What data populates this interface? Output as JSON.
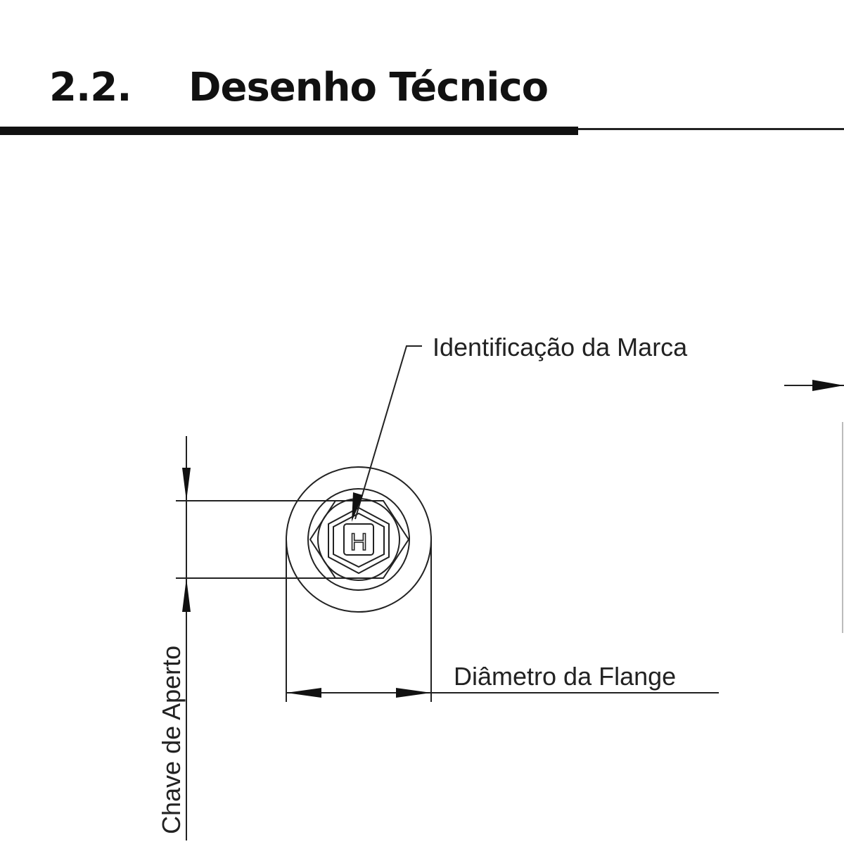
{
  "section": {
    "number": "2.2.",
    "title": "Desenho Técnico"
  },
  "drawing": {
    "brand_label": "Identificação da Marca",
    "flange_label": "Diâmetro da Flange",
    "wrench_label": "Chave de Aperto",
    "head_mark": "H"
  }
}
